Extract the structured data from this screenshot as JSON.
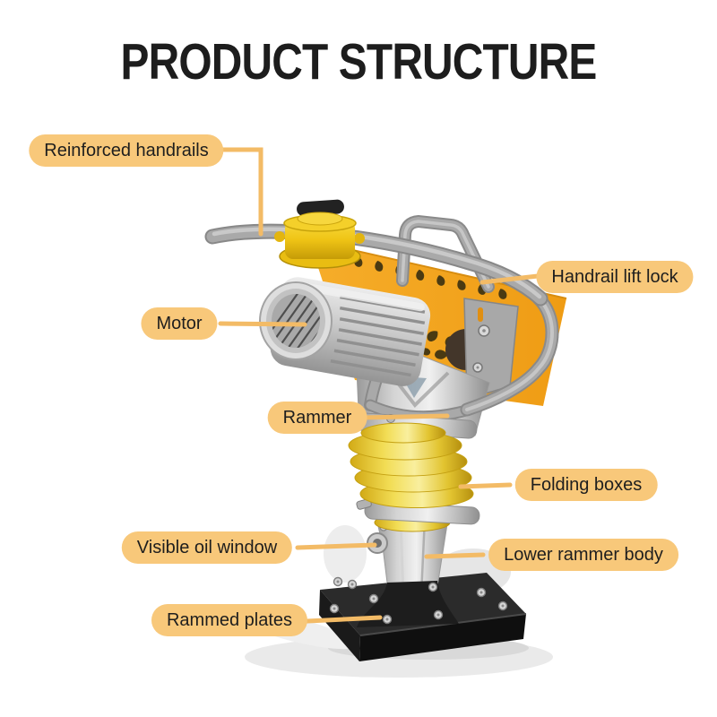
{
  "title": "PRODUCT STRUCTURE",
  "colors": {
    "background": "#ffffff",
    "title_text": "#1d1d1d",
    "label_background": "#f8c87a",
    "label_text": "#1e1e1e",
    "connector_line": "#f3bb66",
    "machine_panel_orange": "#f5a81f",
    "machine_yellow": "#f0c713",
    "bellows_yellow": "#f2dd55",
    "frame_gray": "#9d9d9d",
    "base_plate_black": "#1b1b1b"
  },
  "labels": [
    {
      "id": "reinforced-handrails",
      "text": "Reinforced handrails"
    },
    {
      "id": "handrail-lift-lock",
      "text": "Handrail lift lock"
    },
    {
      "id": "motor",
      "text": "Motor"
    },
    {
      "id": "rammer",
      "text": "Rammer"
    },
    {
      "id": "folding-boxes",
      "text": "Folding boxes"
    },
    {
      "id": "visible-oil-window",
      "text": "Visible oil window"
    },
    {
      "id": "lower-rammer-body",
      "text": "Lower rammer body"
    },
    {
      "id": "rammed-plates",
      "text": "Rammed plates"
    }
  ],
  "machine_parts": [
    "reinforced-handrail-bar",
    "handrail-lift-lock-frame",
    "fuel-tank-cap",
    "electric-motor",
    "body-panel",
    "rammer-neck",
    "folding-bellows",
    "visible-oil-window-port",
    "lower-rammer-body",
    "foot-mount",
    "rammed-base-plate"
  ]
}
